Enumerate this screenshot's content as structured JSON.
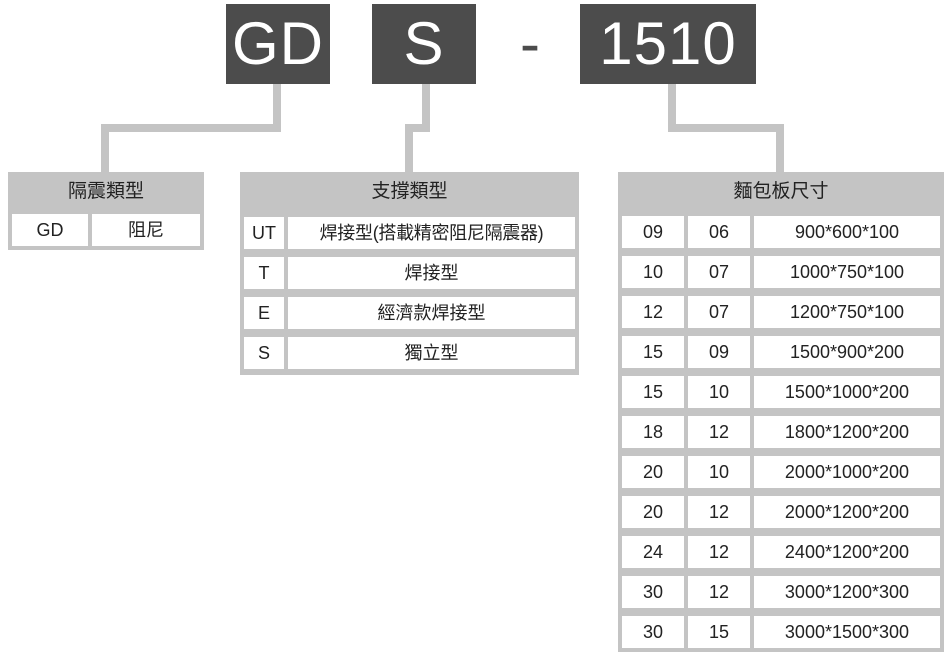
{
  "code": {
    "part1": "GD",
    "part2": "S",
    "separator": "-",
    "part3": "1510"
  },
  "isolation": {
    "title": "隔震類型",
    "rows": [
      {
        "code": "GD",
        "name": "阻尼"
      }
    ]
  },
  "support": {
    "title": "支撐類型",
    "rows": [
      {
        "code": "UT",
        "name": "焊接型(搭載精密阻尼隔震器)"
      },
      {
        "code": "T",
        "name": "焊接型"
      },
      {
        "code": "E",
        "name": "經濟款焊接型"
      },
      {
        "code": "S",
        "name": "獨立型"
      }
    ]
  },
  "breadboard": {
    "title": "麵包板尺寸",
    "rows": [
      {
        "a": "09",
        "b": "06",
        "size": "900*600*100"
      },
      {
        "a": "10",
        "b": "07",
        "size": "1000*750*100"
      },
      {
        "a": "12",
        "b": "07",
        "size": "1200*750*100"
      },
      {
        "a": "15",
        "b": "09",
        "size": "1500*900*200"
      },
      {
        "a": "15",
        "b": "10",
        "size": "1500*1000*200"
      },
      {
        "a": "18",
        "b": "12",
        "size": "1800*1200*200"
      },
      {
        "a": "20",
        "b": "10",
        "size": "2000*1000*200"
      },
      {
        "a": "20",
        "b": "12",
        "size": "2000*1200*200"
      },
      {
        "a": "24",
        "b": "12",
        "size": "2400*1200*200"
      },
      {
        "a": "30",
        "b": "12",
        "size": "3000*1200*300"
      },
      {
        "a": "30",
        "b": "15",
        "size": "3000*1500*300"
      }
    ]
  }
}
